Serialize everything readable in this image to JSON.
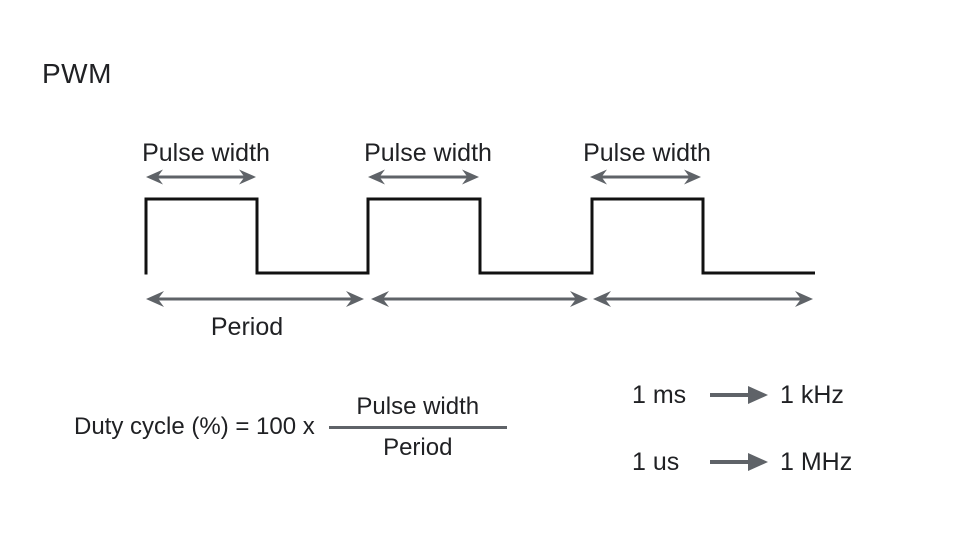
{
  "title": "PWM",
  "waveform": {
    "pulse_labels": [
      "Pulse width",
      "Pulse width",
      "Pulse width"
    ],
    "period_label": "Period"
  },
  "formula": {
    "lhs": "Duty cycle (%) = 100 x",
    "numerator": "Pulse width",
    "denominator": "Period"
  },
  "conversions": [
    {
      "from": "1 ms",
      "to": "1 kHz"
    },
    {
      "from": "1 us",
      "to": "1 MHz"
    }
  ],
  "colors": {
    "background": "#ffffff",
    "waveform": "#111111",
    "text": "#202124",
    "arrow": "#5f6368"
  }
}
